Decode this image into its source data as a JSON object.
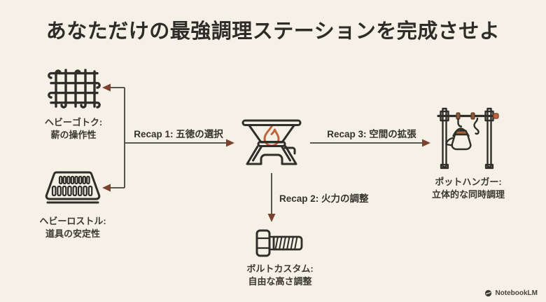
{
  "title": "あなただけの最強調理ステーションを完成させよ",
  "colors": {
    "background": "#f6f1e7",
    "stroke": "#2f2e28",
    "accent_flame": "#c0653f",
    "accent_knob": "#c0653f",
    "arrowhead": "#7a4330",
    "line": "#45443c"
  },
  "nodes": {
    "gotoku": {
      "icon": "grill-grid-icon",
      "label_line1": "ヘビーゴトク:",
      "label_line2": "薪の操作性"
    },
    "rostle": {
      "icon": "fire-grate-icon",
      "label_line1": "ヘビーロストル:",
      "label_line2": "道具の安定性"
    },
    "firepit": {
      "icon": "fire-pit-icon"
    },
    "pothanger": {
      "icon": "pot-hanger-icon",
      "label_line1": "ポットハンガー:",
      "label_line2": "立体的な同時調理"
    },
    "bolt": {
      "icon": "bolt-icon",
      "label_line1": "ボルトカスタム:",
      "label_line2": "自由な高さ調整"
    }
  },
  "edges": {
    "recap1": "Recap 1: 五徳の選択",
    "recap2": "Recap 2: 火力の調整",
    "recap3": "Recap 3: 空間の拡張"
  },
  "footer": {
    "brand": "NotebookLM"
  }
}
